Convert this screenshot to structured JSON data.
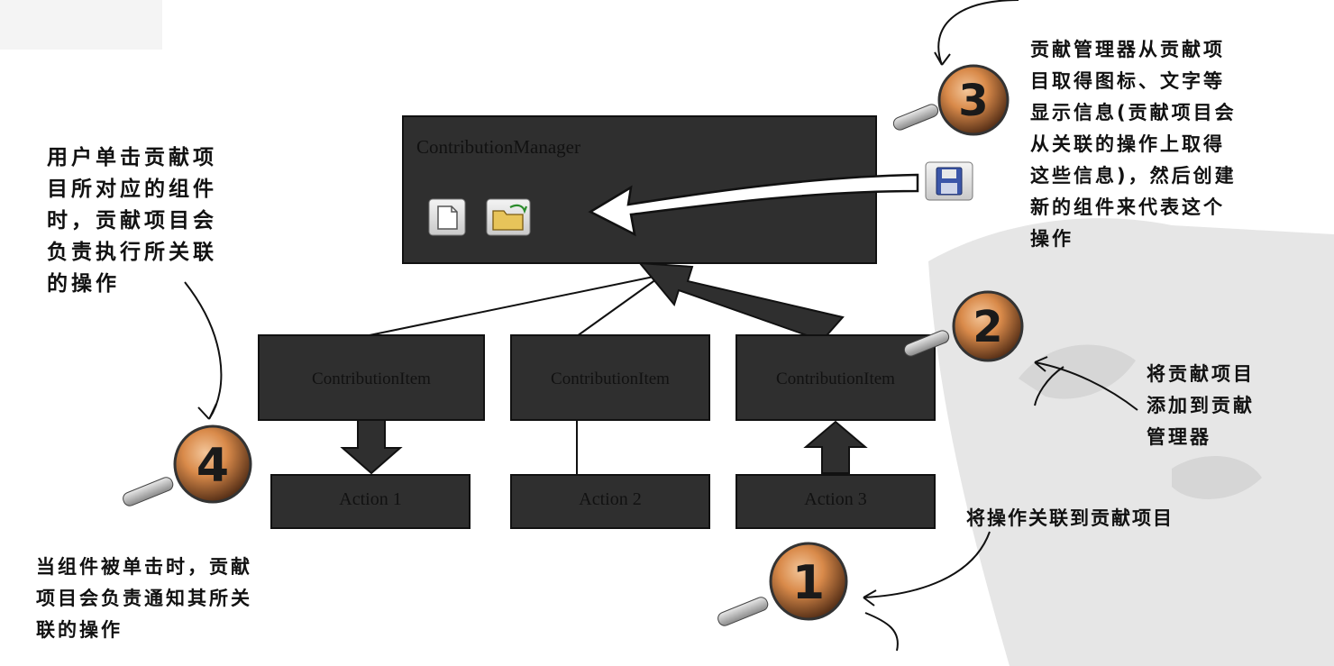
{
  "manager": {
    "label": "ContributionManager"
  },
  "items": [
    "ContributionItem",
    "ContributionItem",
    "ContributionItem"
  ],
  "actions": [
    "Action 1",
    "Action 2",
    "Action 3"
  ],
  "steps": [
    "1",
    "2",
    "3",
    "4"
  ],
  "notes": {
    "user_click": [
      "用户单击贡献项",
      "目所对应的组件",
      "时，贡献项目会",
      "负责执行所关联",
      "的操作"
    ],
    "manager_info": [
      "贡献管理器从贡献项",
      "目取得图标、文字等",
      "显示信息(贡献项目会",
      "从关联的操作上取得",
      "这些信息)，然后创建",
      "新的组件来代表这个",
      "操作"
    ],
    "add_item": [
      "将贡献项目",
      "添加到贡献",
      "管理器"
    ],
    "link_action": [
      "将操作关联到贡献项目"
    ],
    "notify": [
      "当组件被单击时，贡献",
      "项目会负责通知其所关",
      "联的操作"
    ]
  },
  "icons": [
    "new-file-icon",
    "open-folder-icon",
    "save-disk-icon",
    "magnifier-icon"
  ],
  "colors": {
    "box": "#2f2f2f",
    "box_border": "#111111",
    "watermark": "#e6e6e6"
  }
}
